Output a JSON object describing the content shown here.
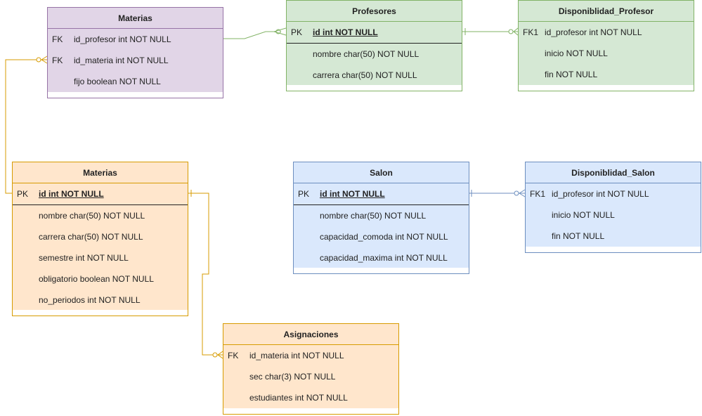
{
  "entities": {
    "materias_rel": {
      "title": "Materias",
      "rows": [
        {
          "key": "FK",
          "field": "id_profesor int NOT NULL"
        },
        {
          "key": "FK",
          "field": "id_materia int NOT NULL"
        },
        {
          "key": "",
          "field": "fijo boolean NOT NULL"
        }
      ]
    },
    "profesores": {
      "title": "Profesores",
      "rows": [
        {
          "key": "PK",
          "field": "id int NOT NULL"
        },
        {
          "key": "",
          "field": "nombre char(50) NOT NULL"
        },
        {
          "key": "",
          "field": "carrera char(50) NOT NULL"
        }
      ]
    },
    "disp_profesor": {
      "title": "Disponiblidad_Profesor",
      "rows": [
        {
          "key": "FK1",
          "field": "id_profesor int NOT NULL"
        },
        {
          "key": "",
          "field": "inicio NOT NULL"
        },
        {
          "key": "",
          "field": "fin NOT NULL"
        }
      ]
    },
    "materias": {
      "title": "Materias",
      "rows": [
        {
          "key": "PK",
          "field": "id int NOT NULL"
        },
        {
          "key": "",
          "field": "nombre char(50) NOT NULL"
        },
        {
          "key": "",
          "field": "carrera char(50) NOT NULL"
        },
        {
          "key": "",
          "field": "semestre int NOT NULL"
        },
        {
          "key": "",
          "field": "obligatorio boolean NOT NULL"
        },
        {
          "key": "",
          "field": "no_periodos int NOT NULL"
        }
      ]
    },
    "salon": {
      "title": "Salon",
      "rows": [
        {
          "key": "PK",
          "field": "id int NOT NULL"
        },
        {
          "key": "",
          "field": "nombre char(50) NOT NULL"
        },
        {
          "key": "",
          "field": "capacidad_comoda int NOT NULL"
        },
        {
          "key": "",
          "field": "capacidad_maxima int NOT NULL"
        }
      ]
    },
    "disp_salon": {
      "title": "Disponiblidad_Salon",
      "rows": [
        {
          "key": "FK1",
          "field": "id_profesor int NOT NULL"
        },
        {
          "key": "",
          "field": "inicio NOT NULL"
        },
        {
          "key": "",
          "field": "fin NOT NULL"
        }
      ]
    },
    "asignaciones": {
      "title": "Asignaciones",
      "rows": [
        {
          "key": "FK",
          "field": "id_materia int NOT NULL"
        },
        {
          "key": "",
          "field": "sec char(3) NOT NULL"
        },
        {
          "key": "",
          "field": "estudiantes int NOT NULL"
        }
      ]
    }
  },
  "colors": {
    "purple_fill": "#e1d5e7",
    "purple_stroke": "#9673a6",
    "green_fill": "#d5e8d4",
    "green_stroke": "#82b366",
    "orange_fill": "#ffe6cc",
    "orange_stroke": "#d79b00",
    "blue_fill": "#dae8fc",
    "blue_stroke": "#6c8ebf"
  }
}
